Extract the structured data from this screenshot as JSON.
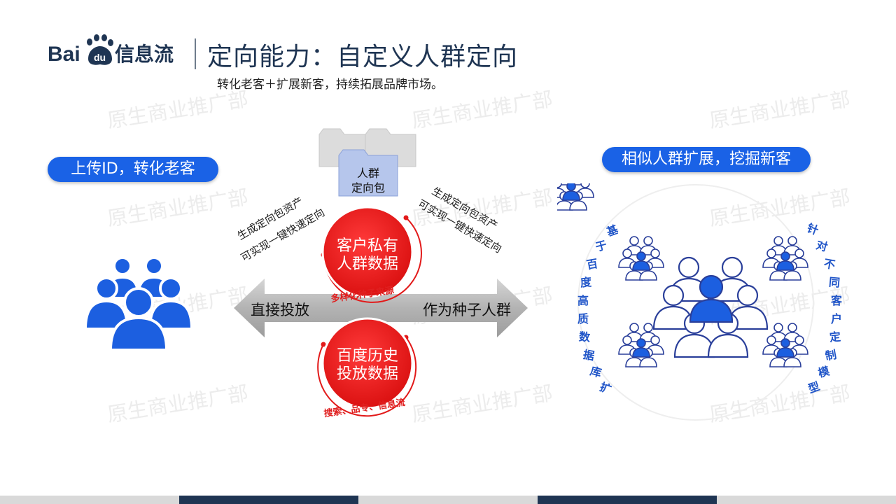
{
  "header": {
    "logo_text": "Bai du 信息流",
    "title": "定向能力：自定义人群定向",
    "subtitle": "转化老客＋扩展新客，持续拓展品牌市场。"
  },
  "watermark": "原生商业推广部",
  "left_section": {
    "label": "上传ID，转化老客"
  },
  "right_section": {
    "label": "相似人群扩展，挖掘新客",
    "left_arc_text": "基于百度高质数据库扩展",
    "right_arc_text": "针对不同客户定制模型"
  },
  "center": {
    "folder_label_line1": "人群",
    "folder_label_line2": "定向包",
    "left_note_line1": "生成定向包资产",
    "left_note_line2": "可实现一键快速定向",
    "right_note_line1": "生成定向包资产",
    "right_note_line2": "可实现一键快速定向",
    "top_circle_line1": "客户私有",
    "top_circle_line2": "人群数据",
    "middle_caption": "多样化种子来源",
    "bottom_circle_line1": "百度历史",
    "bottom_circle_line2": "投放数据",
    "bottom_caption": "搜索、品专、信息流",
    "arrow_left_label": "直接投放",
    "arrow_right_label": "作为种子人群"
  },
  "colors": {
    "brand_blue": "#1a62e6",
    "title_navy": "#1f3553",
    "accent_red": "#e21a1a",
    "icon_blue": "#1c5fe0",
    "icon_outline": "#2a3f9a"
  }
}
